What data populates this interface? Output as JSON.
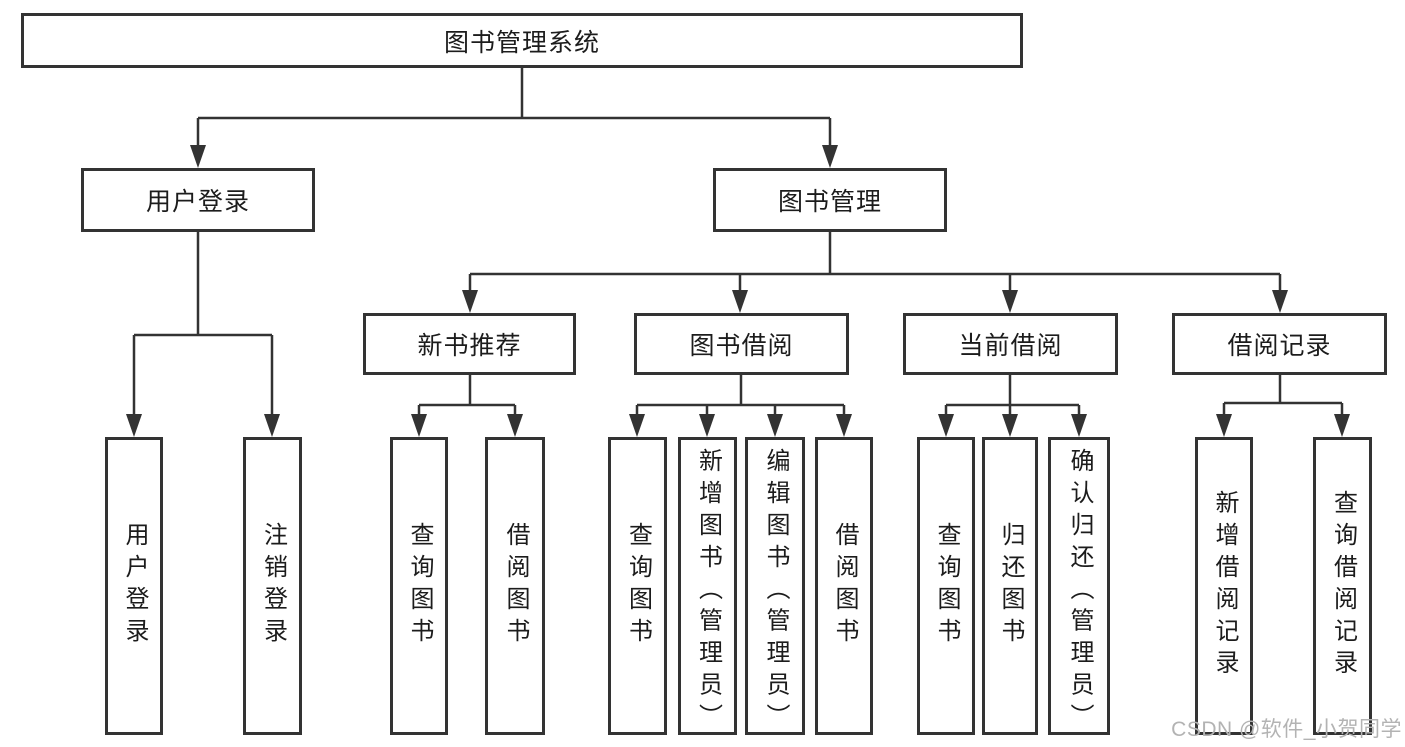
{
  "diagram": {
    "title": "图书管理系统",
    "nodes": {
      "root": {
        "label": "图书管理系统"
      },
      "userLogin": {
        "label": "用户登录"
      },
      "bookMgmt": {
        "label": "图书管理"
      },
      "newBookRec": {
        "label": "新书推荐"
      },
      "bookBorrow": {
        "label": "图书借阅"
      },
      "currentBorrow": {
        "label": "当前借阅"
      },
      "borrowRecord": {
        "label": "借阅记录"
      },
      "leafUserLogin": {
        "label": "用户登录"
      },
      "leafLogout": {
        "label": "注销登录"
      },
      "leafQueryBook1": {
        "label": "查询图书"
      },
      "leafBorrowBook1": {
        "label": "借阅图书"
      },
      "leafQueryBook2": {
        "label": "查询图书"
      },
      "leafAddBook": {
        "label": "新增图书（管理员）"
      },
      "leafEditBook": {
        "label": "编辑图书（管理员）"
      },
      "leafBorrowBook2": {
        "label": "借阅图书"
      },
      "leafQueryBook3": {
        "label": "查询图书"
      },
      "leafReturnBook": {
        "label": "归还图书"
      },
      "leafConfirmReturn": {
        "label": "确认归还（管理员）"
      },
      "leafAddRecord": {
        "label": "新增借阅记录"
      },
      "leafQueryRecord": {
        "label": "查询借阅记录"
      }
    }
  },
  "watermark": {
    "text": "CSDN @软件_小贺同学"
  },
  "colors": {
    "line": "#333333",
    "box_border": "#333333",
    "text": "#1c1c1c",
    "watermark": "#b3b3b3",
    "background": "#ffffff"
  }
}
